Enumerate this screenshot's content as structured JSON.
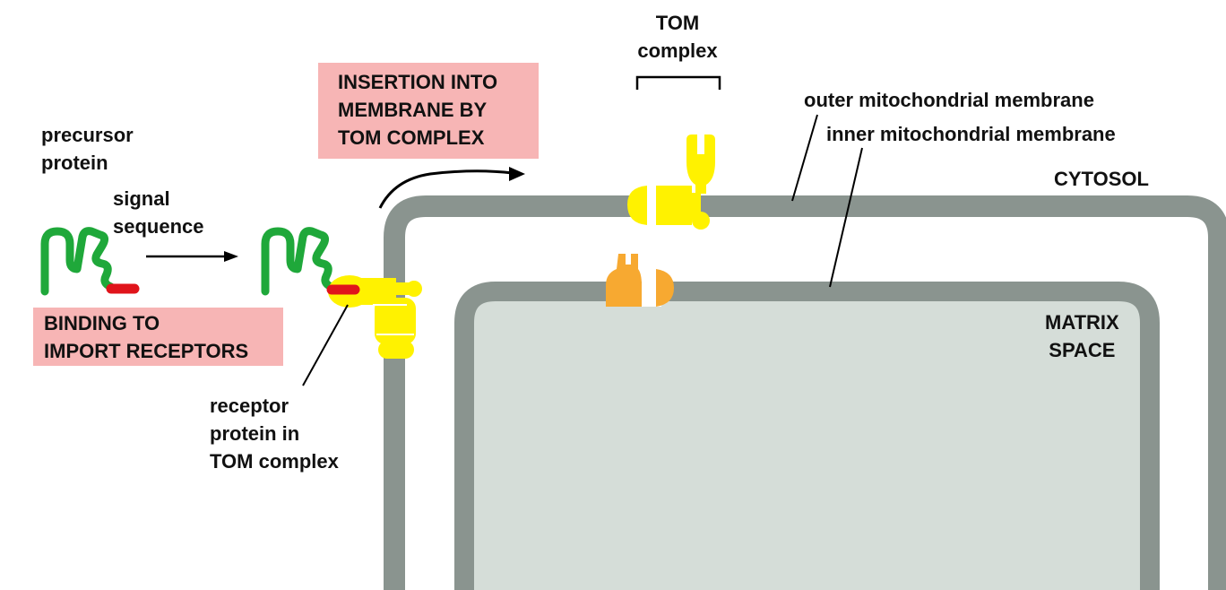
{
  "labels": {
    "precursor_protein": [
      "precursor",
      "protein"
    ],
    "signal_sequence": [
      "signal",
      "sequence"
    ],
    "binding_box": [
      "BINDING TO",
      "IMPORT RECEPTORS"
    ],
    "insertion_box": [
      "INSERTION INTO",
      "MEMBRANE BY",
      "TOM COMPLEX"
    ],
    "receptor_protein": [
      "receptor",
      "protein in",
      "TOM complex"
    ],
    "tom_complex": [
      "TOM",
      "complex"
    ],
    "outer_membrane": "outer mitochondrial membrane",
    "inner_membrane": "inner mitochondrial membrane",
    "cytosol": "CYTOSOL",
    "matrix_space": [
      "MATRIX",
      "SPACE"
    ]
  },
  "colors": {
    "membrane": "#8a948f",
    "matrix": "#d5ddd8",
    "protein_chain": "#1fa83a",
    "signal_sequence": "#e0141b",
    "tom_complex": "#fff200",
    "tim_complex": "#f7a931",
    "label_box": "#f7b5b5"
  }
}
